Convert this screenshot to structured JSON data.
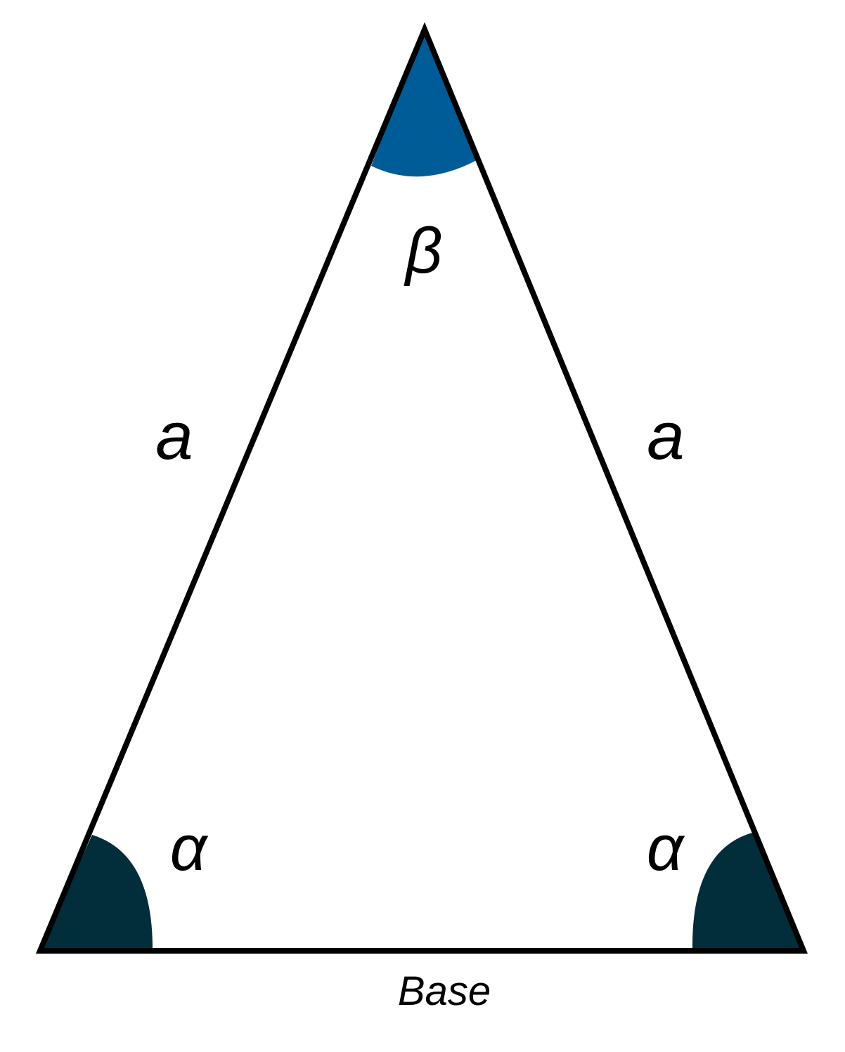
{
  "labels": {
    "apex_angle": "β",
    "left_side": "a",
    "right_side": "a",
    "left_base_angle": "α",
    "right_base_angle": "α",
    "base": "Base"
  },
  "colors": {
    "apex_angle_fill": "#005c96",
    "base_angle_fill": "#022d3b",
    "outline": "#000000",
    "background": "#ffffff"
  }
}
